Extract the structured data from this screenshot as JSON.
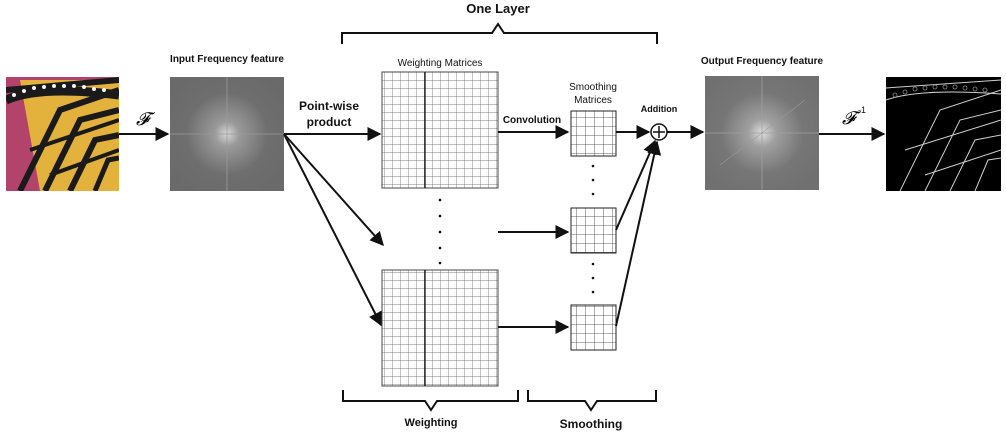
{
  "labels": {
    "one_layer": "One Layer",
    "input_feature": "Input Frequency feature",
    "output_feature": "Output Frequency feature",
    "weighting_matrices": "Weighting Matrices",
    "smoothing_matrices_line1": "Smoothing",
    "smoothing_matrices_line2": "Matrices",
    "addition": "Addition",
    "convolution": "Convolution",
    "pointwise_line1": "Point-wise",
    "pointwise_line2": "product",
    "weighting": "Weighting",
    "smoothing": "Smoothing"
  },
  "math": {
    "fourier": "𝓕",
    "inverse_fourier": "𝓕",
    "inverse_sup": "-1",
    "plus": "+"
  },
  "images": {
    "input_photo": "butterfly-wing-photo",
    "output_photo": "butterfly-edge-map",
    "input_spectrum": "frequency-spectrum",
    "output_spectrum": "frequency-spectrum"
  },
  "colors": {
    "line": "#111111",
    "grid": "#444444",
    "spectrum_bg": "#777777",
    "wing_yellow": "#e8b840",
    "wing_black": "#1a1a1a",
    "edge_bg": "#000000"
  }
}
